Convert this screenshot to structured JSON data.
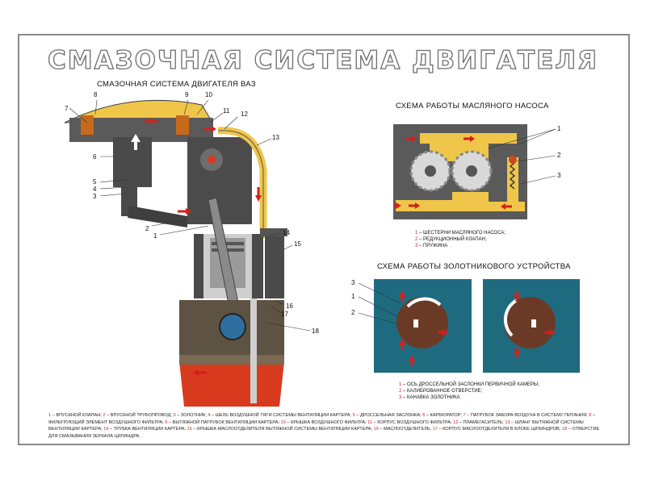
{
  "title": "СМАЗОЧНАЯ СИСТЕМА ДВИГАТЕЛЯ",
  "engine": {
    "heading": "СМАЗОЧНАЯ СИСТЕМА ДВИГАТЕЛЯ ВАЗ",
    "callouts": [
      "8",
      "9",
      "10",
      "7",
      "11",
      "12",
      "13",
      "6",
      "5",
      "4",
      "3",
      "2",
      "1",
      "14",
      "15",
      "16",
      "17",
      "18"
    ]
  },
  "pump": {
    "heading": "СХЕМА РАБОТЫ МАСЛЯНОГО НАСОСА",
    "callouts": [
      "1",
      "2",
      "3"
    ],
    "legend": [
      {
        "n": "1",
        "text": " – ШЕСТЕРНИ МАСЛЯНОГО НАСОСА;"
      },
      {
        "n": "2",
        "text": " – РЕДУКЦИОННЫЙ КЛАПАН;"
      },
      {
        "n": "3",
        "text": " – ПРУЖИНА"
      }
    ]
  },
  "valve": {
    "heading": "СХЕМА РАБОТЫ ЗОЛОТНИКОВОГО УСТРОЙСТВА",
    "callouts": [
      "3",
      "1",
      "2"
    ],
    "legend": [
      {
        "n": "1",
        "text": " – ОСЬ ДРОССЕЛЬНОЙ ЗАСЛОНКИ ПЕРВИЧНОЙ КАМЕРЫ;"
      },
      {
        "n": "2",
        "text": " – КАЛИБРОВАННОЕ ОТВЕРСТИЕ;"
      },
      {
        "n": "3",
        "text": " – КАНАВКА ЗОЛОТНИКА"
      }
    ]
  },
  "footer": [
    {
      "n": "1",
      "text": " – ВПУСКНОЙ КЛАПАН; "
    },
    {
      "n": "2",
      "text": " – ВПУСКНОЙ ТРУБОПРОВОД; "
    },
    {
      "n": "3",
      "text": " – ЗОЛОТНИК; "
    },
    {
      "n": "4",
      "text": " – ШЕЛЬ ВОЗДУШНОЙ ТЯГИ СИСТЕМЫ ВЕНТИЛЯЦИИ КАРТЕРА; "
    },
    {
      "n": "5",
      "text": " – ДРОССЕЛЬНАЯ ЗАСЛОНКА; "
    },
    {
      "n": "6",
      "text": " – КАРБЮРАТОР; "
    },
    {
      "n": "7",
      "text": " – ПАТРУБОК ЗАБОРА ВОЗДУХА В СИСТЕМУ ПИТАНИЯ; "
    },
    {
      "n": "8",
      "text": " – ФИЛЬТРУЮЩИЙ ЭЛЕМЕНТ ВОЗДУШНОГО ФИЛЬТРА; "
    },
    {
      "n": "9",
      "text": " – ВЫТЯЖНОЙ ПАТРУБОК ВЕНТИЛЯЦИИ КАРТЕРА; "
    },
    {
      "n": "10",
      "text": " – КРЫШКА ВОЗДУШНОГО ФИЛЬТРА; "
    },
    {
      "n": "11",
      "text": " – КОРПУС ВОЗДУШНОГО ФИЛЬТРА; "
    },
    {
      "n": "12",
      "text": " – ПЛАМЕГАСИТЕЛЬ; "
    },
    {
      "n": "13",
      "text": " – ШЛАНГ ВЫТЯЖНОЙ СИСТЕМЫ ВЕНТИЛЯЦИИ КАРТЕРА; "
    },
    {
      "n": "14",
      "text": " – ТРУБКА ВЕНТИЛЯЦИИ КАРТЕРА; "
    },
    {
      "n": "15",
      "text": " – КРЫШКА МАСЛООТДЕЛИТЕЛЯ ВЫТЯЖНОЙ СИСТЕМЫ ВЕНТИЛЯЦИИ КАРТЕРА; "
    },
    {
      "n": "16",
      "text": " – МАСЛООТДЕЛИТЕЛЬ; "
    },
    {
      "n": "17",
      "text": " – КОРПУС МАСЛООТДЕЛИТЕЛЯ В БЛОКЕ ЦИЛИНДРОВ; "
    },
    {
      "n": "18",
      "text": " – ОТВЕРСТИЕ ДЛЯ СМАЗЫВАНИЯ ЗЕРКАЛА ЦИЛИНДРА."
    }
  ],
  "colors": {
    "oil": "#d83a1e",
    "frame": "#4a4a4a",
    "air": "#f0c64a",
    "valve_bg": "#1e6b80",
    "arrow": "#d3201c"
  }
}
